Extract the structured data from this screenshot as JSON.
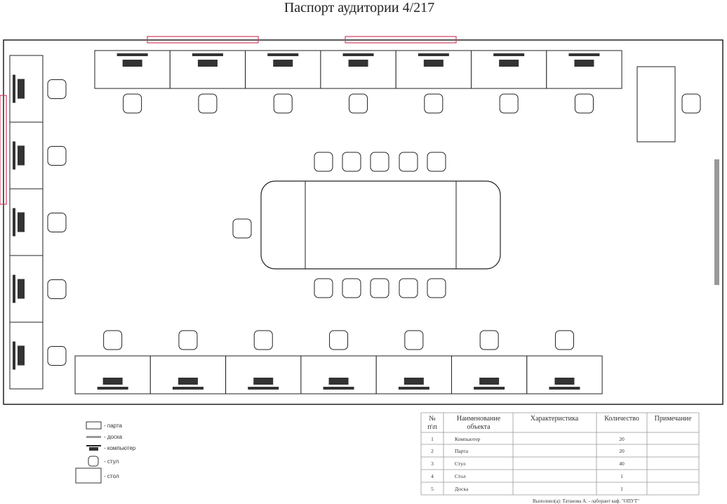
{
  "title": "Паспорт аудитории 4/217",
  "legend": [
    {
      "icon": "desk-icon",
      "label": "- парта"
    },
    {
      "icon": "board-icon",
      "label": "- доска"
    },
    {
      "icon": "computer-icon",
      "label": "- компьютер"
    },
    {
      "icon": "chair-icon",
      "label": "- стул"
    },
    {
      "icon": "table-icon",
      "label": "- стол"
    }
  ],
  "inventory": {
    "headers": [
      "№ п\\п",
      "Наименование объекта",
      "Характеристика",
      "Количество",
      "Примечание"
    ],
    "header_lines": {
      "num": [
        "№",
        "п\\п"
      ],
      "name": [
        "Наименование",
        "объекта"
      ]
    },
    "rows": [
      {
        "num": "1",
        "name": "Компьютер",
        "spec": "",
        "qty": "20",
        "note": ""
      },
      {
        "num": "2",
        "name": "Парта",
        "spec": "",
        "qty": "20",
        "note": ""
      },
      {
        "num": "3",
        "name": "Стул",
        "spec": "",
        "qty": "40",
        "note": ""
      },
      {
        "num": "4",
        "name": "Стол",
        "spec": "",
        "qty": "1",
        "note": ""
      },
      {
        "num": "5",
        "name": "Доска",
        "spec": "",
        "qty": "1",
        "note": ""
      }
    ]
  },
  "footer": "Выполнил(а): Татанова А. - лаборант каф. \"ОПУТ\"",
  "colors": {
    "line": "#222222",
    "window": "#d04060",
    "board": "#999999",
    "computer": "#333333"
  }
}
